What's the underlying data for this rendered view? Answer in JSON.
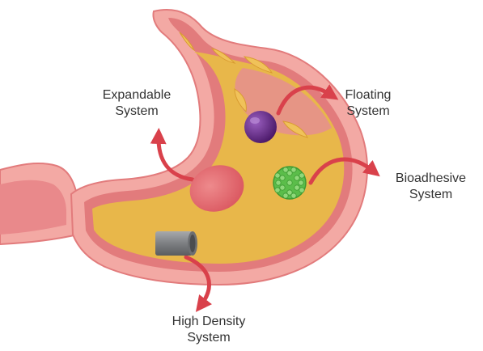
{
  "labels": {
    "expandable": {
      "line1": "Expandable",
      "line2": "System"
    },
    "floating": {
      "line1": "Floating",
      "line2": "System"
    },
    "bioadhesive": {
      "line1": "Bioadhesive",
      "line2": "System"
    },
    "high_density": {
      "line1": "High Density",
      "line2": "System"
    }
  },
  "colors": {
    "stomach_outer": "#f3a9a4",
    "stomach_wall": "#e27b7c",
    "gastric_contents": "#e8b74a",
    "arrow": "#d9414b",
    "floating_pill": "#6a2a8c",
    "bioadhesive_sphere": "#5bbd4a",
    "expandable_body": "#e0636a",
    "high_density_capsule": "#808285"
  }
}
